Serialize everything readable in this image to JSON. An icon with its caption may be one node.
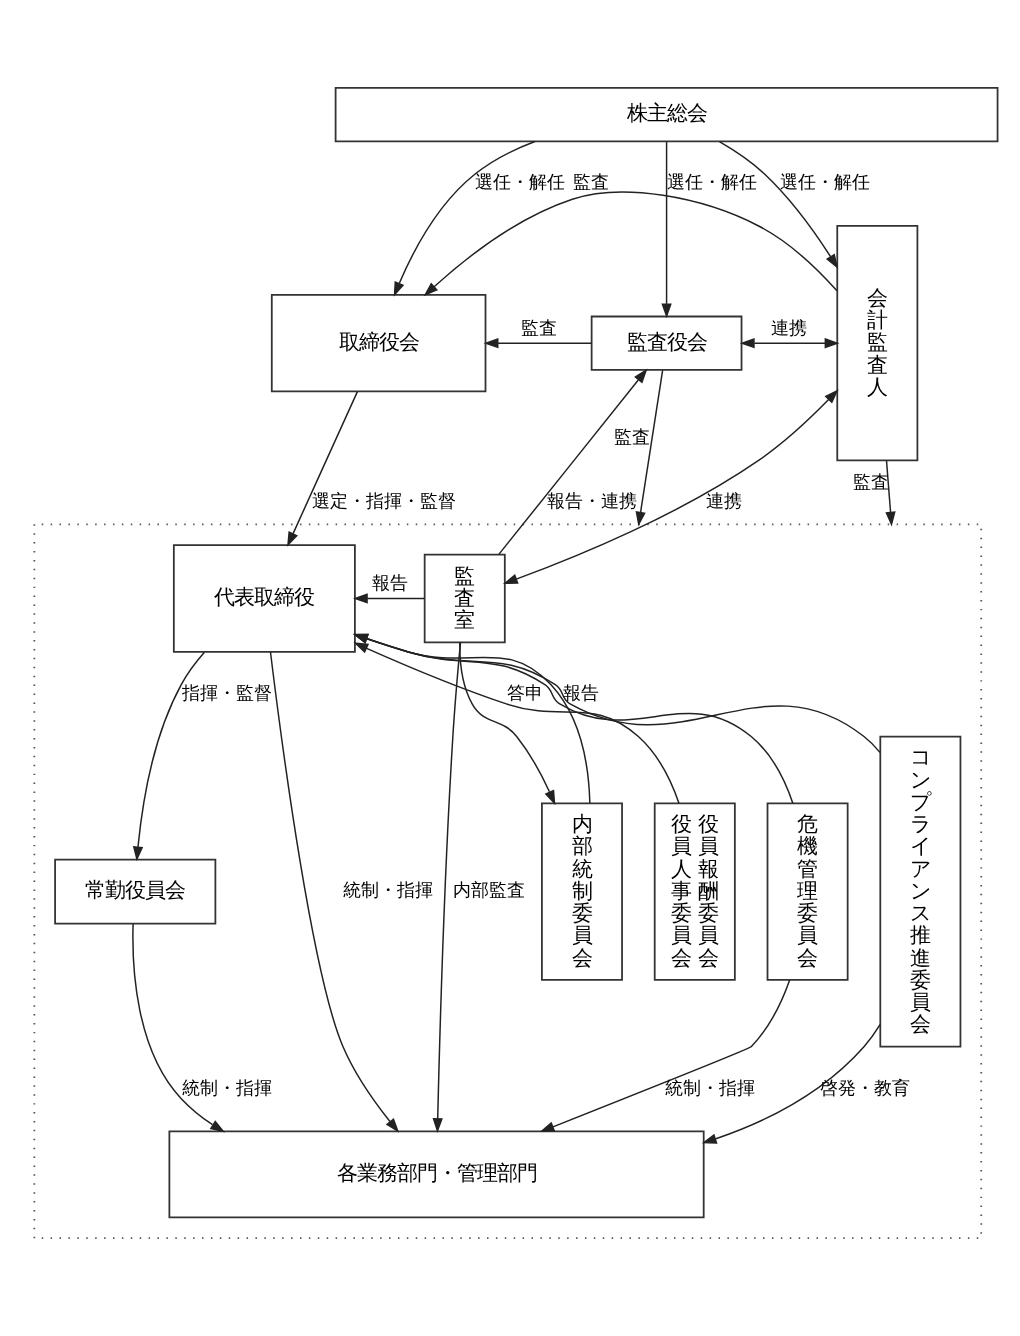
{
  "diagram": {
    "nodes": [
      {
        "text": [
          "株主総会"
        ]
      },
      {
        "text": [
          "取締役会"
        ]
      },
      {
        "text": [
          "監査役会"
        ]
      },
      {
        "text": [
          "会計監査人"
        ]
      },
      {
        "text": [],
        "shape": "box"
      },
      {
        "text": [
          "代表取締役"
        ],
        "in": 4
      },
      {
        "text": [
          "役員人事委員会",
          "役員報酬委員会"
        ],
        "in": 4
      },
      {
        "text": [
          "危機管理委員会"
        ],
        "in": 4
      },
      {
        "text": [
          "コンプライアンス推進委員会"
        ],
        "in": 4
      },
      {
        "text": [
          "内部統制委員会"
        ],
        "in": 4
      },
      {
        "text": [
          "監査室"
        ],
        "in": 4
      },
      {
        "text": [
          "常勤役員会"
        ],
        "in": 4
      },
      {
        "text": [
          "各業務部門・管理部門"
        ],
        "in": 4
      }
    ],
    "edges": [
      {
        "from": 0,
        "to": 1,
        "arrow": "to",
        "label": "選任・解任"
      },
      {
        "from": 0,
        "to": 2,
        "arrow": "to",
        "label": "選任・解任"
      },
      {
        "from": 0,
        "to": 3,
        "arrow": "to",
        "label": "選任・解任"
      },
      {
        "from": 2,
        "to": 1,
        "arrow": "to",
        "label": "監査"
      },
      {
        "from": 2,
        "to": 3,
        "arrow": "both",
        "label": "連携"
      },
      {
        "from": 3,
        "to": 1,
        "arrow": "to",
        "label": "監査"
      },
      {
        "from": 1,
        "to": 5,
        "arrow": "to",
        "label": "選定・指揮・監督"
      },
      {
        "from": 2,
        "to": 4,
        "arrow": "to",
        "label": "監査"
      },
      {
        "from": 10,
        "to": 2,
        "arrow": "to",
        "label": "報告・連携"
      },
      {
        "from": 10,
        "to": 5,
        "arrow": "to",
        "label": "報告"
      },
      {
        "from": 10,
        "to": 9,
        "arrow": "to"
      },
      {
        "from": 9,
        "to": 5,
        "arrow": "to",
        "label": "報告"
      },
      {
        "from": 10,
        "to": 3,
        "arrow": "both",
        "label": "連携"
      },
      {
        "from": 8,
        "to": 5,
        "arrow": "to"
      },
      {
        "from": 7,
        "to": 5,
        "arrow": "to"
      },
      {
        "from": 6,
        "to": 5,
        "arrow": "to",
        "label": "答申"
      },
      {
        "from": 3,
        "to": 4,
        "arrow": "to",
        "label": "監査"
      },
      {
        "from": 5,
        "to": 11,
        "arrow": "to",
        "label": "指揮・監督"
      },
      {
        "from": 11,
        "to": 12,
        "arrow": "to",
        "label": "統制・指揮"
      },
      {
        "from": 5,
        "to": 12,
        "arrow": "to",
        "label": "統制・指揮"
      },
      {
        "from": 7,
        "to": 12,
        "arrow": "to",
        "label": "統制・指揮"
      },
      {
        "from": 8,
        "to": 12,
        "arrow": "to",
        "label": "啓発・教育"
      },
      {
        "from": 10,
        "to": 12,
        "arrow": "to",
        "label": "内部監査"
      }
    ]
  }
}
